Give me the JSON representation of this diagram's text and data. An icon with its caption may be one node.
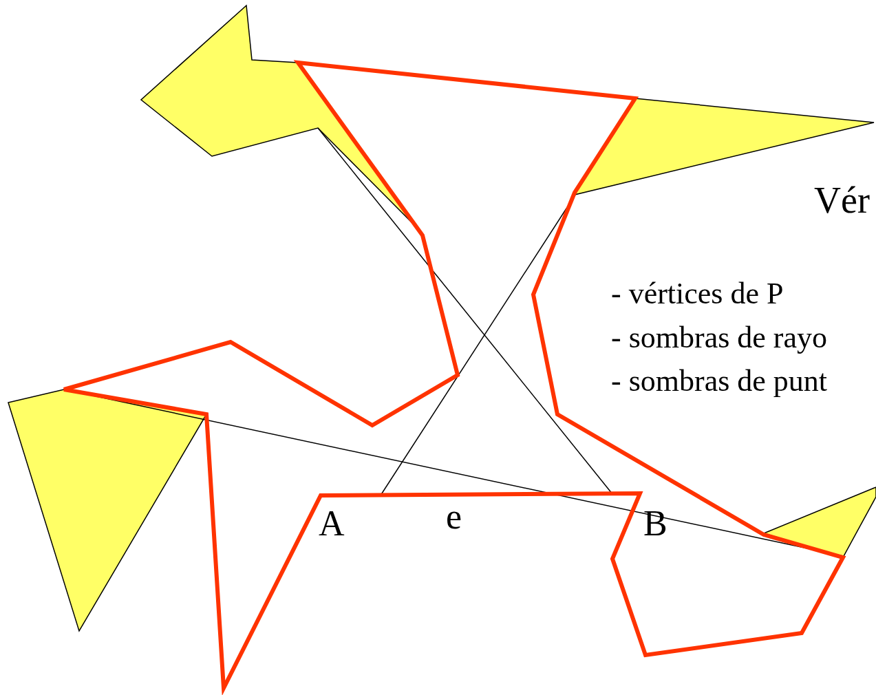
{
  "diagram": {
    "labels": [
      "Vér",
      "- vértices de P",
      "- sombras de rayo",
      "- sombras de punt",
      "A",
      "e",
      "B"
    ]
  }
}
